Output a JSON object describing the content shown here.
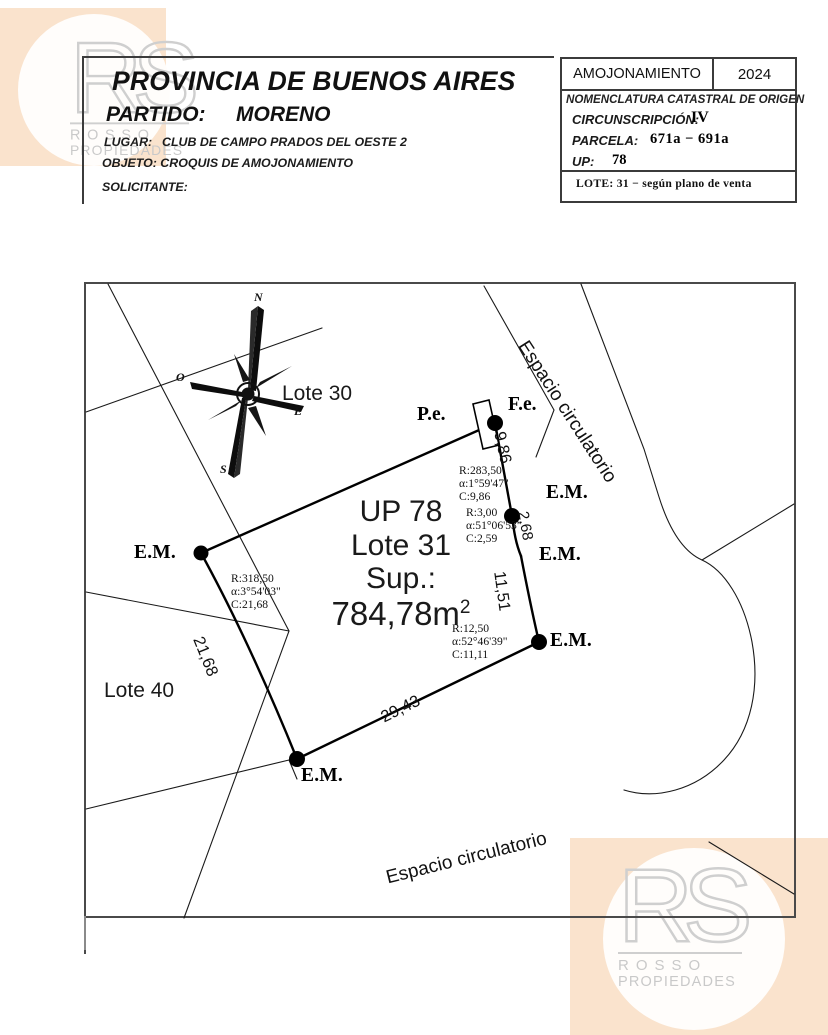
{
  "header": {
    "province": "PROVINCIA DE BUENOS AIRES",
    "partido_label": "PARTIDO:",
    "partido_value": "MORENO",
    "lugar_label": "LUGAR:",
    "lugar_value": "CLUB DE CAMPO PRADOS DEL OESTE 2",
    "objeto": "OBJETO: CROQUIS DE AMOJONAMIENTO",
    "solicitante": "SOLICITANTE:"
  },
  "title_block": {
    "type": "AMOJONAMIENTO",
    "year": "2024",
    "nomenclatura": "NOMENCLATURA CATASTRAL DE ORIGEN",
    "circunscripcion_label": "CIRCUNSCRIPCIÓN:",
    "circunscripcion_value": "IV",
    "parcela_label": "PARCELA:",
    "parcela_value": "671a  −  691a",
    "up_label": "UP:",
    "up_value": "78",
    "lote_note": "LOTE: 31  −  según plano de venta"
  },
  "watermark": {
    "monogram": "RS",
    "name": "ROSSO",
    "subtitle": "PROPIEDADES",
    "block_color": "#fae3cd",
    "logo_color": "#cfcfcf"
  },
  "map": {
    "parcel_title_line1": "UP 78",
    "parcel_title_line2": "Lote 31",
    "parcel_title_line3": "Sup.:",
    "parcel_area": "784,78m",
    "parcel_area_exp": "2",
    "neighbour_lot_north": "Lote 30",
    "neighbour_lot_west": "Lote 40",
    "street_right": "Espacio circulatorio",
    "street_bottom": "Espacio circulatorio",
    "post_start": "P.e.",
    "post_end": "F.e.",
    "monument_labels": [
      "E.M.",
      "E.M.",
      "E.M.",
      "E.M.",
      "E.M."
    ],
    "dimensions": {
      "west": "21,68",
      "south": "29,43",
      "east_top": "9,86",
      "east_mid": "2,68",
      "east_low": "11,51"
    },
    "curve_data": [
      {
        "id": "west",
        "r": "R:318,50",
        "a": "α:3°54'03\"",
        "c": "C:21,68"
      },
      {
        "id": "east_top",
        "r": "R:283,50",
        "a": "α:1°59'47\"",
        "c": "C:9,86"
      },
      {
        "id": "east_mid",
        "r": "R:3,00",
        "a": "α:51°06'53\"",
        "c": "C:2,59"
      },
      {
        "id": "east_low",
        "r": "R:12,50",
        "a": "α:52°46'39\"",
        "c": "C:11,11"
      }
    ],
    "compass": {
      "n": "N",
      "e": "E",
      "s": "S",
      "o": "O"
    }
  }
}
